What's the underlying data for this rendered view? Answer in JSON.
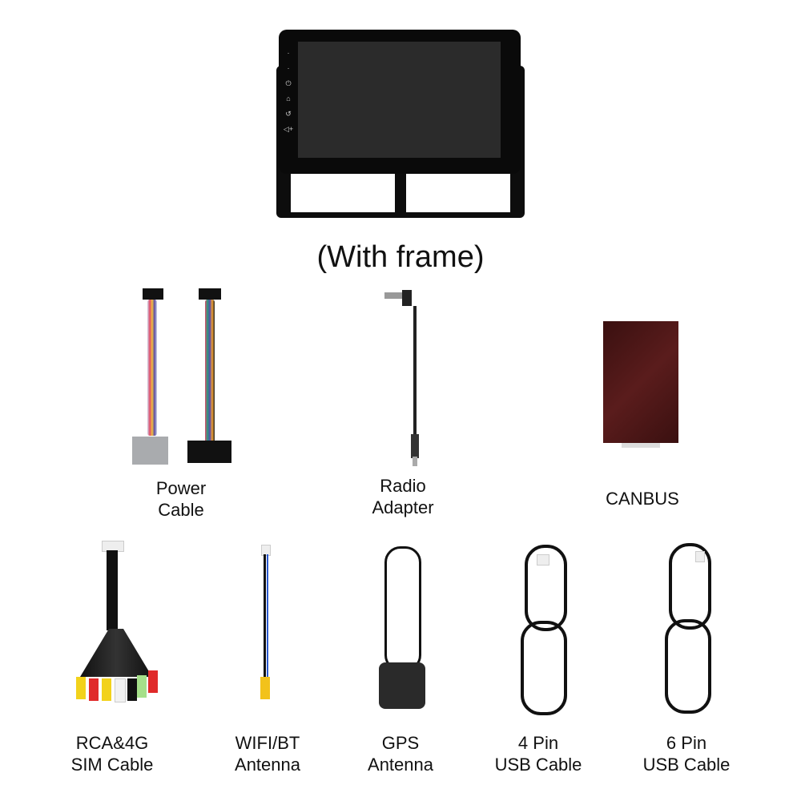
{
  "headline": "(With frame)",
  "items": [
    {
      "id": "head-unit",
      "label": ""
    },
    {
      "id": "power-cable",
      "label_line1": "Power",
      "label_line2": "Cable"
    },
    {
      "id": "radio-adapter",
      "label_line1": "Radio",
      "label_line2": "Adapter"
    },
    {
      "id": "canbus",
      "label_line1": "CANBUS"
    },
    {
      "id": "rca-sim-cable",
      "label_line1": "RCA&4G",
      "label_line2": "SIM Cable"
    },
    {
      "id": "wifi-bt-antenna",
      "label_line1": "WIFI/BT",
      "label_line2": "Antenna"
    },
    {
      "id": "gps-antenna",
      "label_line1": "GPS",
      "label_line2": "Antenna"
    },
    {
      "id": "usb-4pin",
      "label_line1": "4 Pin",
      "label_line2": "USB Cable"
    },
    {
      "id": "usb-6pin",
      "label_line1": "6 Pin",
      "label_line2": "USB Cable"
    }
  ],
  "head_unit_buttons": [
    "mic-icon",
    "rst-icon",
    "power-icon",
    "home-icon",
    "back-icon",
    "volume-up-icon",
    "volume-down-icon"
  ],
  "colors": {
    "frame": "#0c0c0c",
    "screen": "#2a2a2a",
    "canbus": "#4a1616",
    "rca_yellow": "#f2d21b",
    "rca_red": "#e02a2a",
    "rca_white": "#f2f2f2",
    "rca_green": "#a6e08a"
  }
}
